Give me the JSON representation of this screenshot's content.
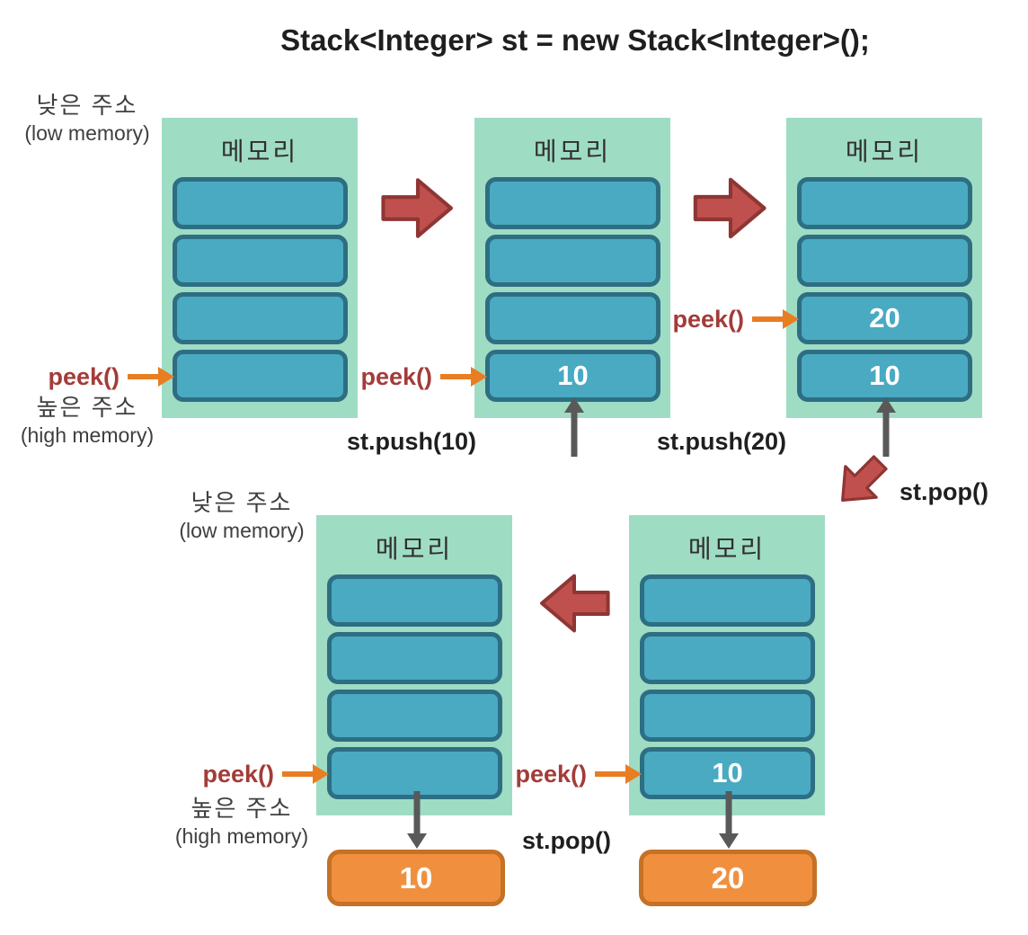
{
  "title": "Stack<Integer> st = new Stack<Integer>();",
  "labels": {
    "memory": "메모리",
    "peek": "peek()",
    "low_address_ko": "낮은 주소",
    "low_address_en": "(low memory)",
    "high_address_ko": "높은 주소",
    "high_address_en": "(high memory)"
  },
  "operations": {
    "push10": "st.push(10)",
    "push20": "st.push(20)",
    "pop": "st.pop()"
  },
  "stacks": [
    {
      "name": "initial-empty-stack",
      "slots": [
        "",
        "",
        "",
        ""
      ],
      "peek_target_slot": 4
    },
    {
      "name": "after-push-10",
      "slots": [
        "",
        "",
        "",
        "10"
      ],
      "peek_target_slot": 4
    },
    {
      "name": "after-push-20",
      "slots": [
        "",
        "",
        "20",
        "10"
      ],
      "peek_target_slot": 3
    },
    {
      "name": "after-second-pop",
      "slots": [
        "",
        "",
        "",
        ""
      ],
      "peek_target_slot": 4
    },
    {
      "name": "after-first-pop",
      "slots": [
        "",
        "",
        "",
        "10"
      ],
      "peek_target_slot": 4
    }
  ],
  "popped": {
    "pop1_value": "20",
    "pop2_value": "10"
  },
  "colors": {
    "memory_bg": "#9fdcc4",
    "slot_fill": "#49aac2",
    "slot_border": "#2e6e83",
    "flow_arrow_fill": "#c0504d",
    "flow_arrow_border": "#8e3634",
    "peek_text": "#a33c39",
    "peek_arrow": "#e87d22",
    "gray_arrow": "#595959",
    "result_fill": "#f0903f",
    "result_border": "#c57126",
    "text_dark": "#1f1f1f",
    "address_text": "#3f3f3f"
  }
}
